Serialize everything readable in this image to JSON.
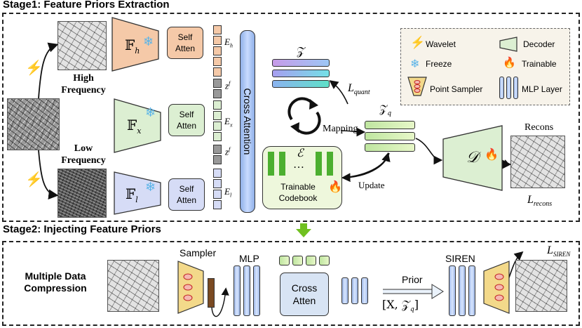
{
  "stage1": {
    "title": "Stage1: Feature Priors Extraction",
    "high_frequency": "High\nFrequency",
    "low_frequency": "Low\nFrequency",
    "encoders": {
      "h": "h",
      "x": "x",
      "l": "l"
    },
    "self_atten": "Self\nAtten",
    "tokens": {
      "e_h": "E",
      "e_h_sub": "h",
      "z_f": "z",
      "z_f_sup": "f",
      "e_x": "E",
      "e_x_sub": "x",
      "e_l": "E",
      "e_l_sub": "l"
    },
    "cross_attention": "Cross Attention",
    "codebook_z": "𝒵",
    "l_quant": "L",
    "l_quant_sub": "quant",
    "z_q": "𝒵",
    "z_q_sub": "q",
    "mapping": "Mapping",
    "update": "Update",
    "codebook_e": "ℰ",
    "codebook_dots": "…",
    "trainable_codebook": "Trainable\nCodebook",
    "decoder_symbol": "𝒟",
    "recons": "Recons",
    "l_recons": "L",
    "l_recons_sub": "recons"
  },
  "legend": {
    "wavelet": "Wavelet",
    "decoder": "Decoder",
    "freeze": "Freeze",
    "trainable": "Trainable",
    "point_sampler": "Point Sampler",
    "mlp_layer": "MLP Layer"
  },
  "stage2": {
    "title": "Stage2: Injecting Feature Priors",
    "multiple_data_compression": "Multiple Data\nCompression",
    "sampler": "Sampler",
    "mlp": "MLP",
    "cross_atten": "Cross\nAtten",
    "prior": "Prior",
    "prior_tuple": "[X, 𝒵",
    "prior_tuple_sub": "q",
    "prior_tuple_end": "]",
    "siren": "SIREN",
    "l_siren": "L",
    "l_siren_sub": "SIREN"
  },
  "colors": {
    "orange": "#f5c9a8",
    "green": "#dcefd2",
    "blue": "#d6dcf6",
    "codebook_bg": "#eef7dc",
    "legend_bg": "#f7f3ea",
    "flame": "#e8301c",
    "snow": "#5ab4e8",
    "sampler": "#f3d98a",
    "arrow_green": "#70c020"
  },
  "icons": [
    "lightning-icon",
    "snowflake-icon",
    "flame-icon",
    "refresh-cycle-icon",
    "point-sampler-icon",
    "decoder-trapezoid-icon",
    "mlp-layer-icon"
  ]
}
